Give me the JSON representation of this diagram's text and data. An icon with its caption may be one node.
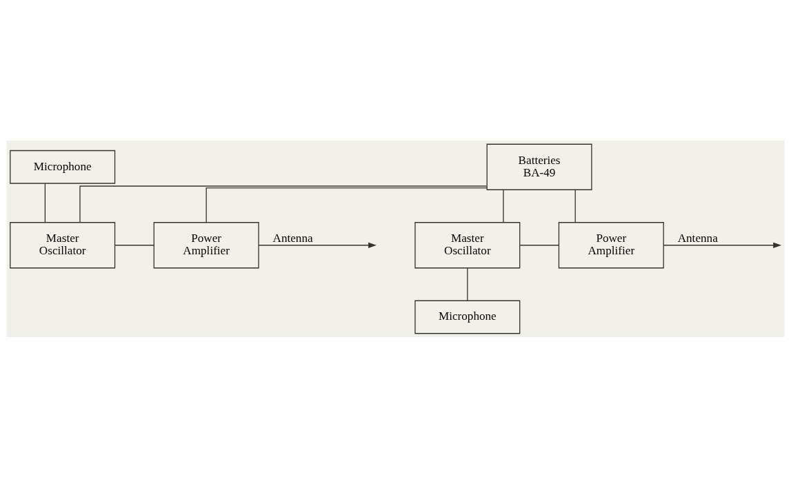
{
  "diagram": {
    "nodes": [
      {
        "text": [
          "Microphone"
        ]
      },
      {
        "text": [
          "Master Oscillator"
        ]
      },
      {
        "text": [
          "Power Amplifier"
        ]
      },
      {
        "text": [
          "Batteries BA-49"
        ]
      },
      {
        "text": [
          "Master Oscillator"
        ]
      },
      {
        "text": [
          "Power Amplifier"
        ]
      },
      {
        "text": [
          "Microphone"
        ]
      }
    ],
    "edges": [
      {
        "from": 0,
        "to": 1,
        "arrow": "none"
      },
      {
        "from": 1,
        "to": 2,
        "arrow": "none"
      },
      {
        "from": 2,
        "to": null,
        "arrow": "to",
        "label": "Antenna"
      },
      {
        "from": 3,
        "to": 1,
        "arrow": "none"
      },
      {
        "from": 3,
        "to": 2,
        "arrow": "none"
      },
      {
        "from": 3,
        "to": 4,
        "arrow": "none"
      },
      {
        "from": 3,
        "to": 5,
        "arrow": "none"
      },
      {
        "from": 4,
        "to": 5,
        "arrow": "none"
      },
      {
        "from": 5,
        "to": null,
        "arrow": "to",
        "label": "Antenna"
      },
      {
        "from": 4,
        "to": 6,
        "arrow": "none"
      }
    ]
  }
}
